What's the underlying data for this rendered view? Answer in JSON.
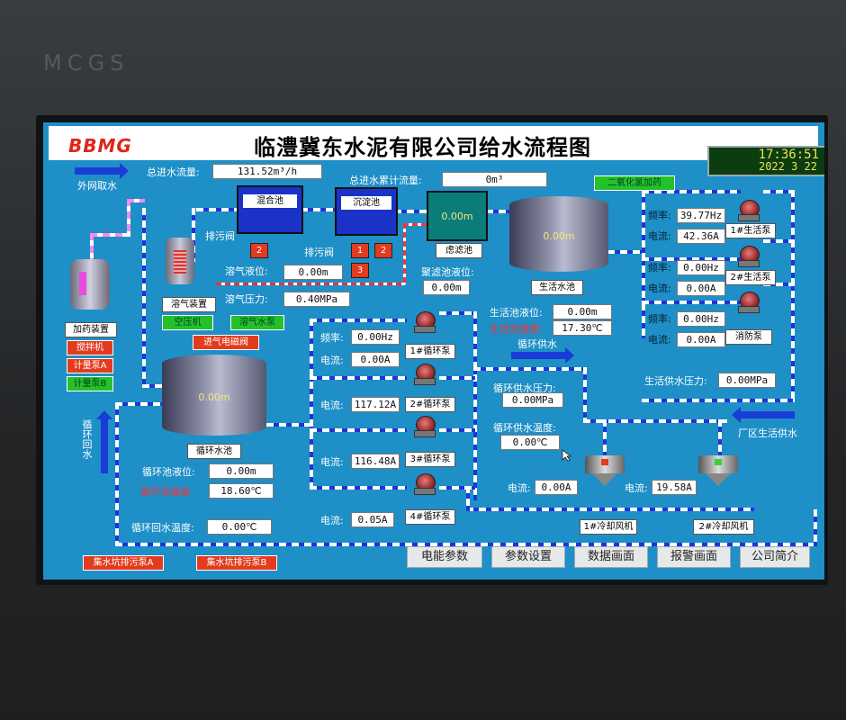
{
  "device": {
    "brand": "MCGS"
  },
  "header": {
    "logo": "BBMG",
    "title": "临澧冀东水泥有限公司给水流程图",
    "time": "17:36:51",
    "date": "2022  3  22"
  },
  "inflow": {
    "total_flow_label": "总进水流量:",
    "total_flow_value": "131.52m³/h",
    "total_cum_label": "总进水累计流量:",
    "total_cum_value": "0m³",
    "external_intake": "外网取水"
  },
  "tanks": {
    "mix": "混合池",
    "sediment": "沉淀池",
    "filter": "虑滤池",
    "filter_level": "0.00m",
    "life": "生活水池",
    "life_level_display": "0.00m",
    "circ": "循环水池",
    "circ_level_display": "0.00m"
  },
  "drain": {
    "valve_left": "排污阀",
    "valve_mid": "排污阀",
    "n2a": "2",
    "n1": "1",
    "n2b": "2",
    "n3": "3"
  },
  "dissolved": {
    "device": "溶气装置",
    "level_label": "溶气液位:",
    "level_value": "0.00m",
    "pressure_label": "溶气压力:",
    "pressure_value": "0.40MPa",
    "compressor": "空压机",
    "pump": "溶气水泵",
    "solenoid": "进气电磁阀"
  },
  "filter_level": {
    "label": "聚滤池液位:",
    "value": "0.00m"
  },
  "dosing": {
    "device": "加药装置",
    "mixer": "搅拌机",
    "meter_a": "计量泵A",
    "meter_b": "计量泵B"
  },
  "chlorine": "二氧化氯加药",
  "life_pumps": [
    {
      "freq_label": "频率:",
      "freq": "39.77Hz",
      "cur_label": "电流:",
      "cur": "42.36A",
      "name": "1#生活泵"
    },
    {
      "freq_label": "频率:",
      "freq": "0.00Hz",
      "cur_label": "电流:",
      "cur": "0.00A",
      "name": "2#生活泵"
    },
    {
      "freq_label": "频率:",
      "freq": "0.00Hz",
      "cur_label": "电流:",
      "cur": "0.00A",
      "name": "消防泵"
    }
  ],
  "life_pool": {
    "level_label": "生活池液位:",
    "level_value": "0.00m",
    "temp_label": "生活池温度:",
    "temp_value": "17.30℃"
  },
  "life_supply": {
    "pressure_label": "生活供水压力:",
    "pressure_value": "0.00MPa",
    "plant_supply": "厂区生活供水"
  },
  "circ_pumps": {
    "freq_label": "频率:",
    "freq": "0.00Hz",
    "p1_cur_label": "电流:",
    "p1_cur": "0.00A",
    "p1": "1#循环泵",
    "p2_cur_label": "电流:",
    "p2_cur": "117.12A",
    "p2": "2#循环泵",
    "p3_cur_label": "电流:",
    "p3_cur": "116.48A",
    "p3": "3#循环泵",
    "p4_cur_label": "电流:",
    "p4_cur": "0.05A",
    "p4": "4#循环泵"
  },
  "circ_pool": {
    "level_label": "循环池液位:",
    "level_value": "0.00m",
    "temp_label": "循环池温度:",
    "temp_value": "18.60℃",
    "return_temp_label": "循环回水温度:",
    "return_temp_value": "0.00℃",
    "return_arrow": "循环回水",
    "supply_arrow": "循环供水"
  },
  "circ_supply": {
    "pressure_label": "循环供水压力:",
    "pressure_value": "0.00MPa",
    "temp_label": "循环供水温度:",
    "temp_value": "0.00℃"
  },
  "fans": [
    {
      "cur_label": "电流:",
      "cur": "0.00A",
      "name": "1#冷却风机",
      "status_color": "#e23b1e"
    },
    {
      "cur_label": "电流:",
      "cur": "19.58A",
      "name": "2#冷却风机",
      "status_color": "#3ad13a"
    }
  ],
  "sump": {
    "a": "集水坑排污泵A",
    "b": "集水坑排污泵B"
  },
  "nav": [
    "电能参数",
    "参数设置",
    "数据画面",
    "报警画面",
    "公司简介"
  ]
}
